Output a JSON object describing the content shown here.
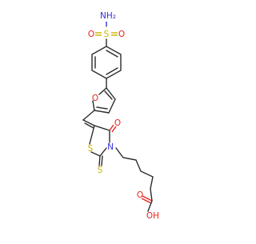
{
  "molecule": {
    "atoms": {
      "nh2": "NH₂",
      "s_sulfonyl": "S",
      "o_sulfonyl_left": "O",
      "o_sulfonyl_right": "O",
      "o_furan": "O",
      "o_carbonyl": "O",
      "s_ring": "S",
      "n_ring": "N",
      "s_thione": "S",
      "o_acid_carbonyl": "O",
      "oh_acid": "OH"
    }
  },
  "colors": {
    "bond": "#2b2b2b",
    "oxygen": "#e8231f",
    "sulfur": "#c8b400",
    "nitrogen": "#3030e0"
  }
}
